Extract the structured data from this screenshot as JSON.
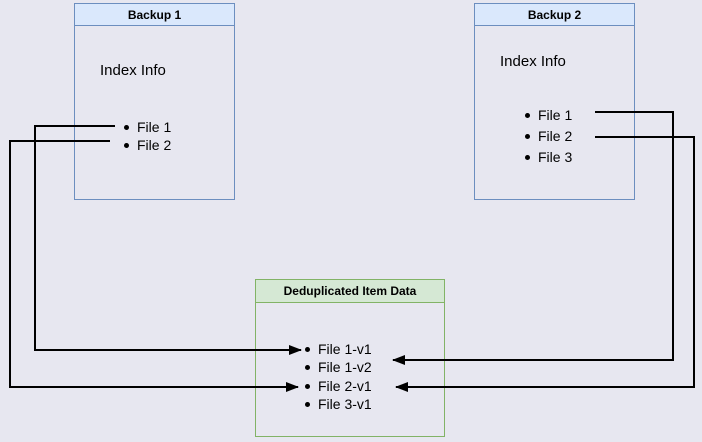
{
  "diagram": {
    "background_color": "#e7e7f0",
    "connector_color": "#000000",
    "blue_box": {
      "header_fill": "#dae8fc",
      "border_color": "#6c8ebf"
    },
    "green_box": {
      "header_fill": "#d5e8d4",
      "border_color": "#82b366"
    }
  },
  "backup1": {
    "title": "Backup 1",
    "subtitle": "Index Info",
    "files": [
      "File 1",
      "File 2"
    ]
  },
  "backup2": {
    "title": "Backup 2",
    "subtitle": "Index Info",
    "files": [
      "File 1",
      "File 2",
      "File 3"
    ]
  },
  "dedup": {
    "title": "Deduplicated Item Data",
    "items": [
      "File 1-v1",
      "File 1-v2",
      "File 2-v1",
      "File 3-v1"
    ]
  },
  "connections": [
    {
      "from": "Backup 1 / File 1",
      "to": "File 1-v1",
      "route": "left"
    },
    {
      "from": "Backup 1 / File 2",
      "to": "File 2-v1",
      "route": "left"
    },
    {
      "from": "Backup 2 / File 1",
      "to": "File 1-v2",
      "route": "right"
    },
    {
      "from": "Backup 2 / File 2",
      "to": "File 2-v1",
      "route": "right"
    }
  ]
}
